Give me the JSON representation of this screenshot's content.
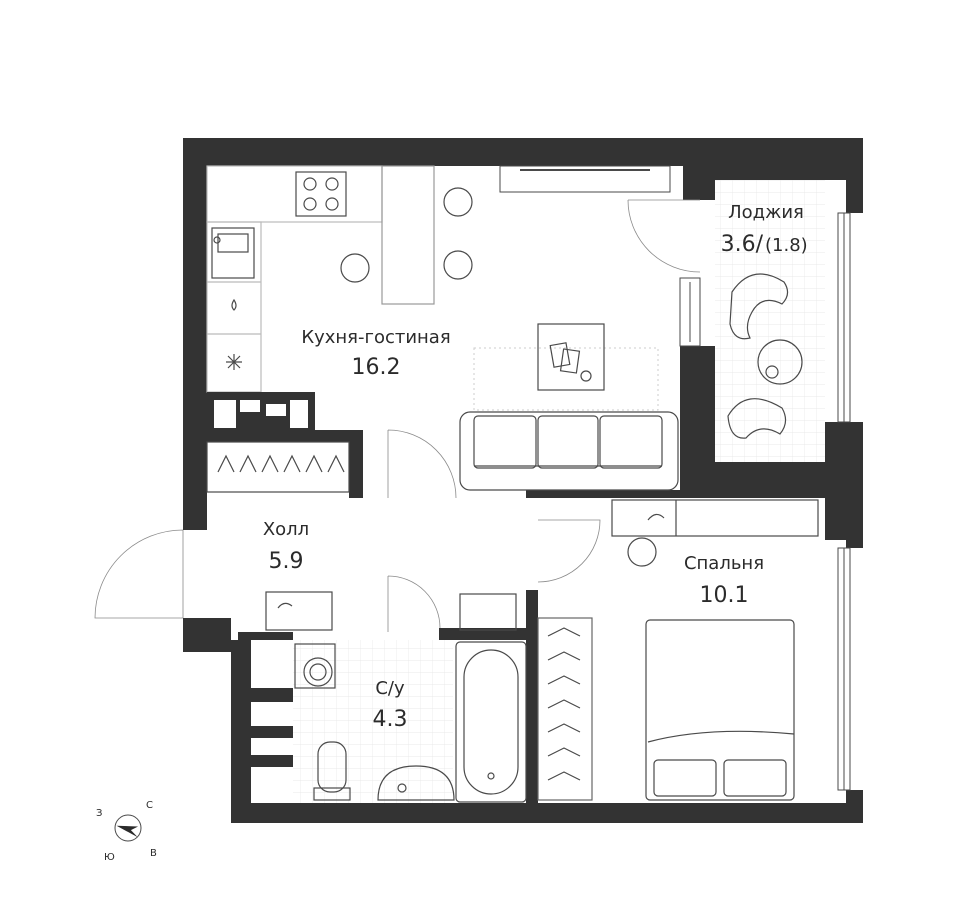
{
  "colors": {
    "wall": "#333333",
    "background": "#ffffff",
    "text": "#2b2b2b",
    "fixture_line": "#4a4a4a",
    "tile_grid": "#e4e4e4"
  },
  "rooms": {
    "kitchen_living": {
      "name": "Кухня-гостиная",
      "area": "16.2"
    },
    "loggia": {
      "name": "Лоджия",
      "area": "3.6/",
      "area_reduced": "(1.8)"
    },
    "hall": {
      "name": "Холл",
      "area": "5.9"
    },
    "bathroom": {
      "name": "С/у",
      "area": "4.3"
    },
    "bedroom": {
      "name": "Спальня",
      "area": "10.1"
    }
  },
  "compass": {
    "north": "С",
    "south": "Ю",
    "east": "В",
    "west": "З",
    "icon": "compass-arrow-icon"
  }
}
